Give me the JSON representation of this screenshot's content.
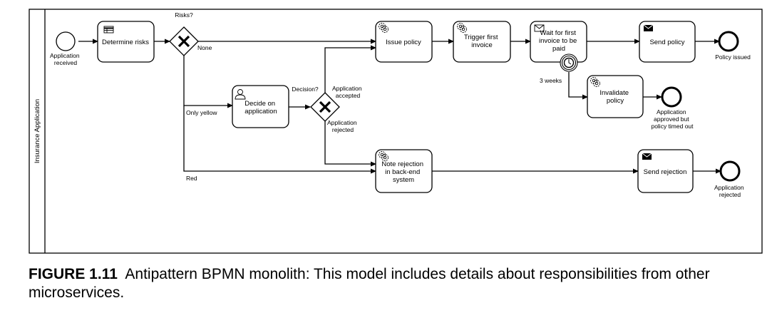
{
  "lane": {
    "label": "Insurance Application"
  },
  "events": {
    "application_received": [
      "Application",
      "received"
    ],
    "policy_issued": [
      "Policy issued"
    ],
    "approved_timed_out": [
      "Application",
      "approved but",
      "policy timed out"
    ],
    "application_rejected": [
      "Application",
      "rejected"
    ]
  },
  "tasks": {
    "determine_risks": [
      "Determine risks"
    ],
    "decide_on_application": [
      "Decide on",
      "application"
    ],
    "issue_policy": [
      "Issue policy"
    ],
    "trigger_first_invoice": [
      "Trigger first",
      "invoice"
    ],
    "wait_for_first_invoice": [
      "Wait for first",
      "invoice to be",
      "paid"
    ],
    "send_policy": [
      "Send policy"
    ],
    "invalidate_policy": [
      "Invalidate",
      "policy"
    ],
    "note_rejection": [
      "Note rejection",
      "in back-end",
      "system"
    ],
    "send_rejection": [
      "Send rejection"
    ]
  },
  "gateways": {
    "risks": [
      "Risks?"
    ],
    "decision": [
      "Decision?"
    ]
  },
  "flow_labels": {
    "none": [
      "None"
    ],
    "only_yellow": [
      "Only yellow"
    ],
    "red": [
      "Red"
    ],
    "application_accepted": [
      "Application",
      "accepted"
    ],
    "application_rejected": [
      "Application",
      "rejected"
    ],
    "three_weeks": [
      "3 weeks"
    ]
  },
  "caption": {
    "figure": "FIGURE 1.11",
    "text": "Antipattern BPMN monolith: This model includes details about responsibilities from other microservices."
  }
}
